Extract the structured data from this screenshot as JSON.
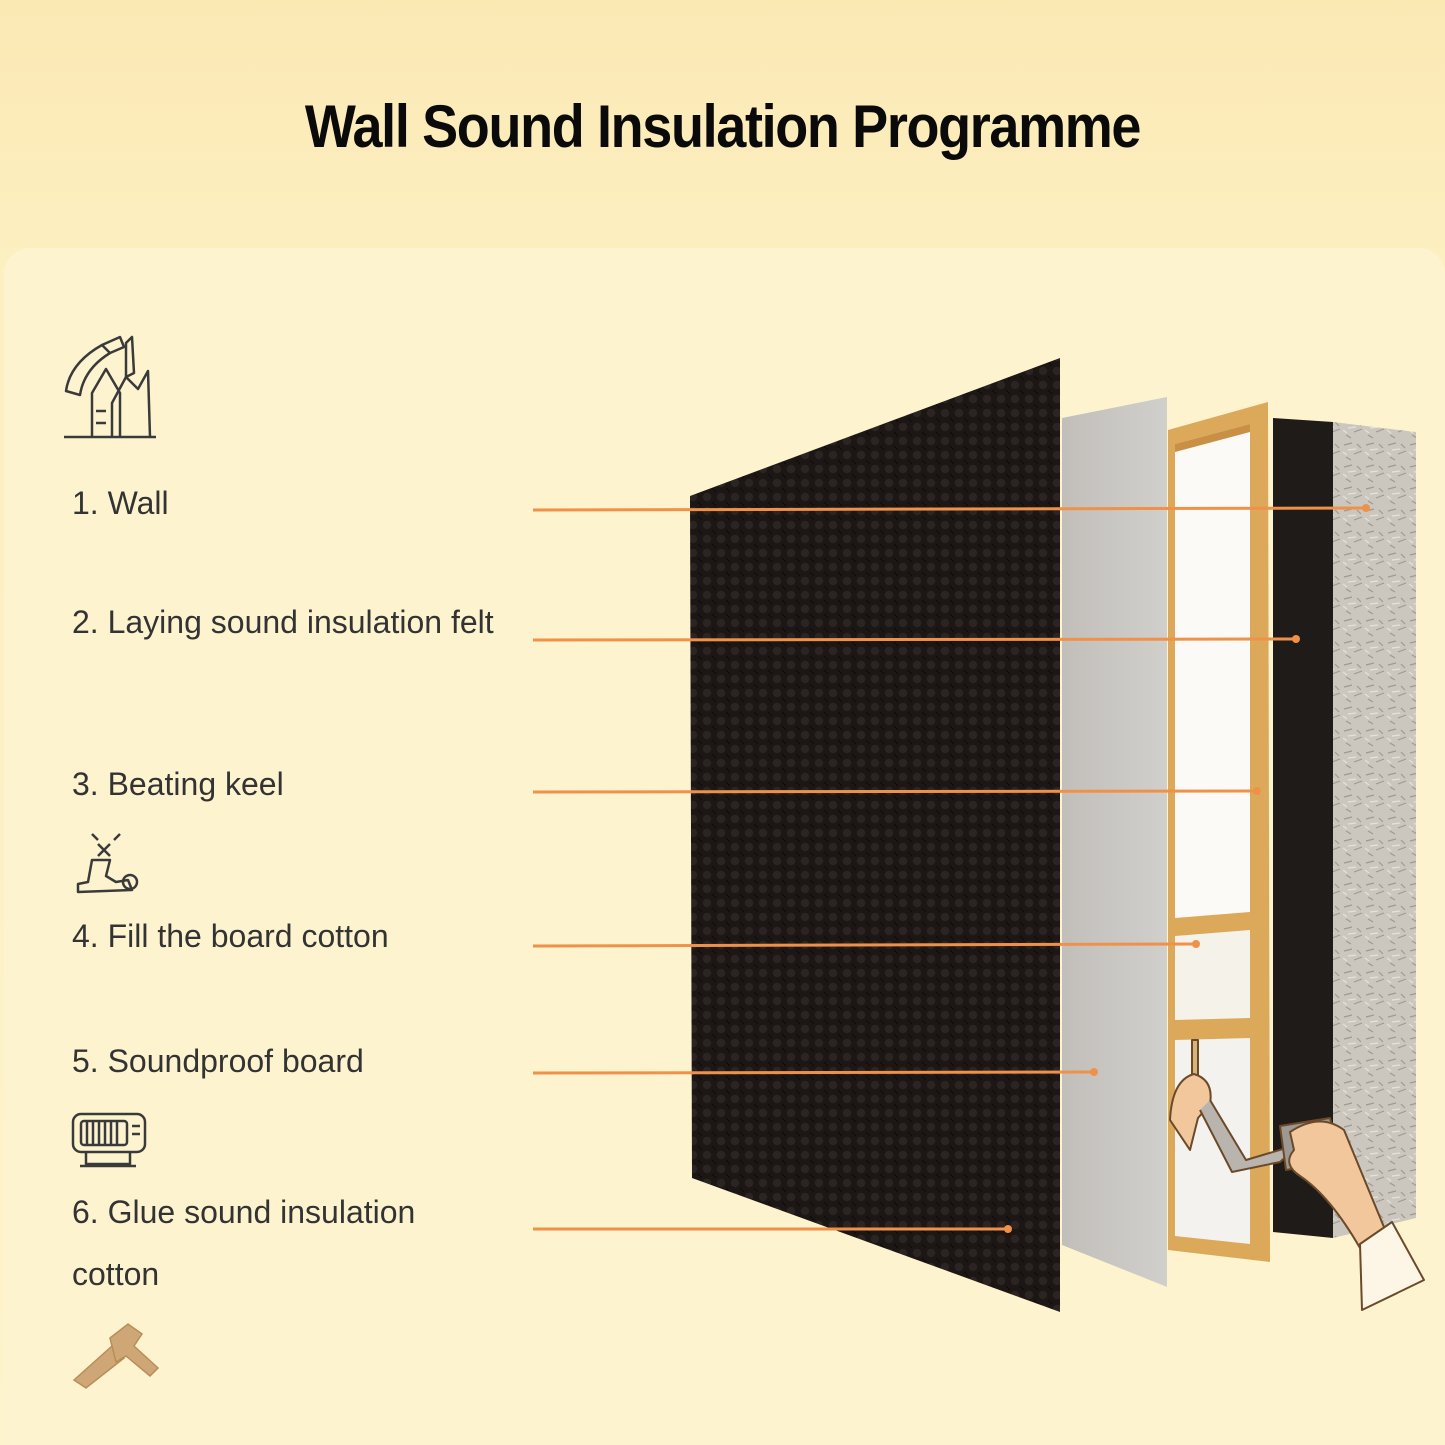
{
  "title": "Wall Sound Insulation Programme",
  "steps": [
    {
      "label": "1. Wall"
    },
    {
      "label": "2. Laying sound insulation felt"
    },
    {
      "label": "3. Beating keel"
    },
    {
      "label": "4. Fill the board cotton"
    },
    {
      "label": "5. Soundproof board"
    },
    {
      "label": "6. Glue sound insulation cotton"
    }
  ],
  "colors": {
    "leader_line": "#f0914a",
    "foam_panel": "#1c1614",
    "board": "#c9c6c2",
    "keel_frame": "#dca85a",
    "felt": "#1f1b19",
    "wall_cotton": "#cfcbc2"
  },
  "icons": [
    "hammer-nail-icon",
    "worker-icon",
    "heater-icon",
    "tools-icon"
  ]
}
